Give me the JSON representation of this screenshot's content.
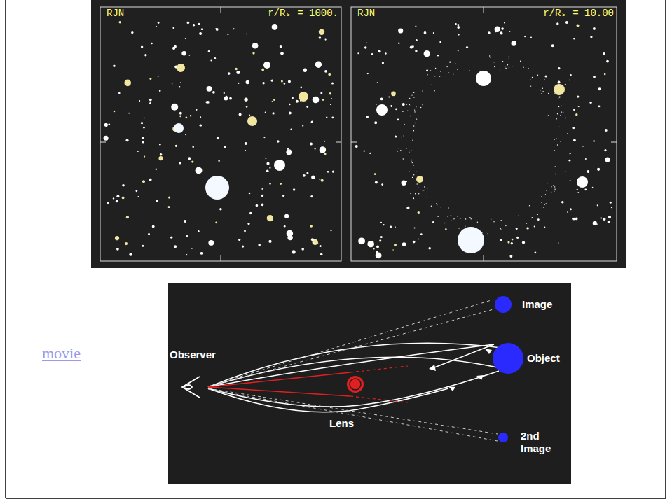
{
  "diagram": {
    "labels": [
      "RJN",
      "r/Rₛ = 1000.",
      "RJN",
      "r/Rₛ = 10.00",
      "movie",
      "Observer",
      "Object",
      "Image",
      "2nd Image",
      "Lens"
    ]
  }
}
